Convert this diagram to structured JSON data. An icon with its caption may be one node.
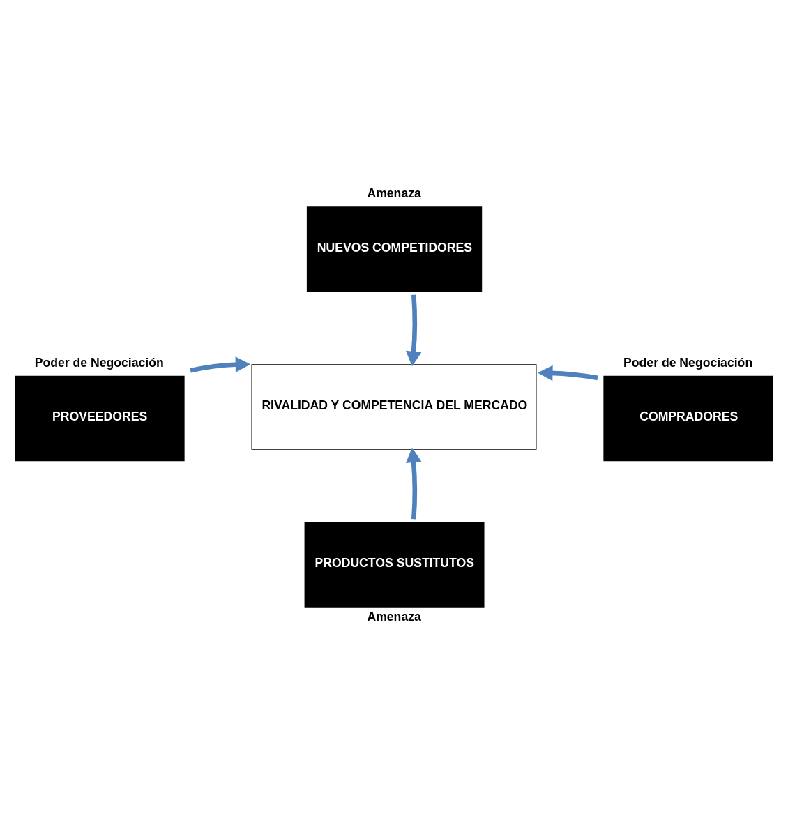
{
  "diagram": {
    "nodes": [
      {
        "text": [
          "Amenaza",
          "NUEVOS COMPETIDORES"
        ]
      },
      {
        "text": [
          "Poder de Negociación",
          "PROVEEDORES"
        ]
      },
      {
        "text": [
          "RIVALIDAD Y COMPETENCIA DEL MERCADO"
        ]
      },
      {
        "text": [
          "Poder de Negociación",
          "COMPRADORES"
        ]
      },
      {
        "text": [
          "PRODUCTOS SUSTITUTOS",
          "Amenaza"
        ]
      }
    ],
    "edges": [
      {
        "from": 0,
        "to": 2,
        "arrow": "to"
      },
      {
        "from": 1,
        "to": 2,
        "arrow": "to"
      },
      {
        "from": 3,
        "to": 2,
        "arrow": "to"
      },
      {
        "from": 4,
        "to": 2,
        "arrow": "to"
      }
    ]
  }
}
